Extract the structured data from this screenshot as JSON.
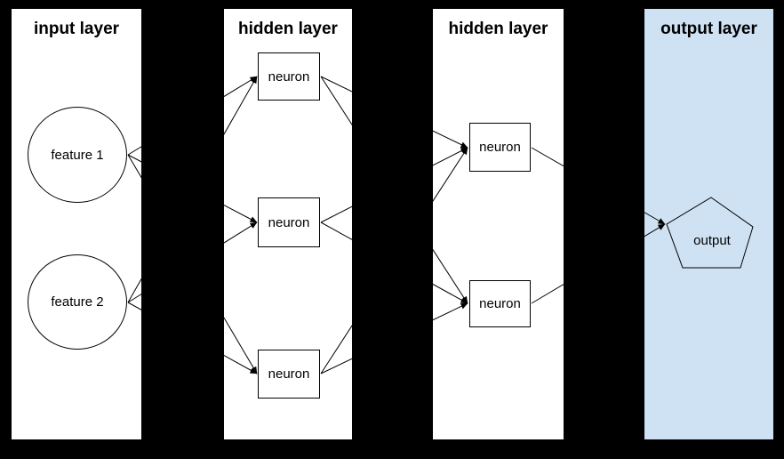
{
  "colors": {
    "background": "#000000",
    "panel_fill": "#ffffff",
    "output_panel_fill": "#cfe2f3",
    "line_color": "#000000",
    "text_color": "#000000"
  },
  "layers": [
    {
      "title": "input layer",
      "nodes": [
        {
          "id": "input-1",
          "label": "feature 1",
          "shape": "circle"
        },
        {
          "id": "input-2",
          "label": "feature 2",
          "shape": "circle"
        }
      ]
    },
    {
      "title": "hidden layer",
      "nodes": [
        {
          "id": "h1-1",
          "label": "neuron",
          "shape": "rect"
        },
        {
          "id": "h1-2",
          "label": "neuron",
          "shape": "rect"
        },
        {
          "id": "h1-3",
          "label": "neuron",
          "shape": "rect"
        }
      ]
    },
    {
      "title": "hidden layer",
      "nodes": [
        {
          "id": "h2-1",
          "label": "neuron",
          "shape": "rect"
        },
        {
          "id": "h2-2",
          "label": "neuron",
          "shape": "rect"
        }
      ]
    },
    {
      "title": "output layer",
      "nodes": [
        {
          "id": "out-1",
          "label": "output",
          "shape": "pentagon"
        }
      ]
    }
  ],
  "edges": [
    {
      "from": "input-1",
      "to": "h1-1"
    },
    {
      "from": "input-1",
      "to": "h1-2"
    },
    {
      "from": "input-1",
      "to": "h1-3"
    },
    {
      "from": "input-2",
      "to": "h1-1"
    },
    {
      "from": "input-2",
      "to": "h1-2"
    },
    {
      "from": "input-2",
      "to": "h1-3"
    },
    {
      "from": "h1-1",
      "to": "h2-1"
    },
    {
      "from": "h1-1",
      "to": "h2-2"
    },
    {
      "from": "h1-2",
      "to": "h2-1"
    },
    {
      "from": "h1-2",
      "to": "h2-2"
    },
    {
      "from": "h1-3",
      "to": "h2-1"
    },
    {
      "from": "h1-3",
      "to": "h2-2"
    },
    {
      "from": "h2-1",
      "to": "out-1"
    },
    {
      "from": "h2-2",
      "to": "out-1"
    }
  ]
}
